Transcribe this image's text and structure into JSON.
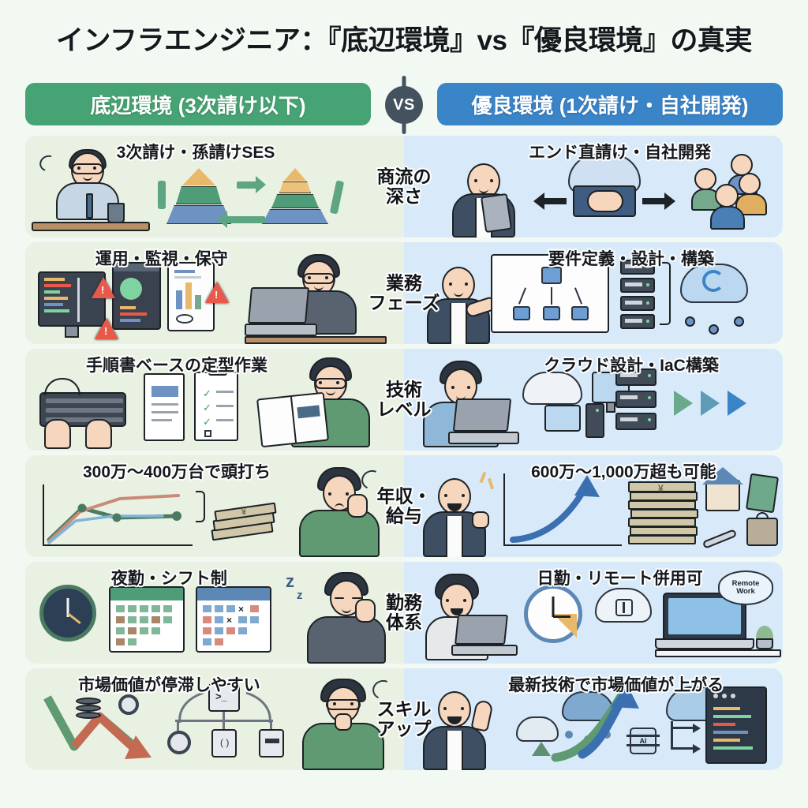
{
  "title": "インフラエンジニア：『底辺環境』vs『優良環境』の真実",
  "headers": {
    "left_label": "底辺環境 (3次請け以下)",
    "right_label": "優良環境 (1次請け・自社開発)",
    "vs_label": "VS",
    "left_color": "#46a373",
    "right_color": "#3a84c8",
    "vs_color": "#44515e"
  },
  "colors": {
    "page_background": "#f2f8f2",
    "left_panel": "#e9f1e2",
    "right_panel": "#d8eafa",
    "caption_text": "#15181c",
    "accent_green": "#46a373",
    "accent_blue": "#3a84c8",
    "warning_red": "#e8594a"
  },
  "rows": [
    {
      "center_label": "商流の\n深さ",
      "left_caption": "3次請け・孫請けSES",
      "right_caption": "エンド直請け・自社開発"
    },
    {
      "center_label": "業務\nフェーズ",
      "left_caption": "運用・監視・保守",
      "right_caption": "要件定義・設計・構築"
    },
    {
      "center_label": "技術\nレベル",
      "left_caption": "手順書ベースの定型作業",
      "right_caption": "クラウド設計・IaC構築"
    },
    {
      "center_label": "年収・\n給与",
      "left_caption": "300万〜400万台で頭打ち",
      "right_caption": "600万〜1,000万超も可能"
    },
    {
      "center_label": "勤務\n体系",
      "left_caption": "夜勤・シフト制",
      "right_caption": "日勤・リモート併用可"
    },
    {
      "center_label": "スキル\nアップ",
      "left_caption": "市場価値が停滞しやすい",
      "right_caption": "最新技術で市場価値が上がる"
    }
  ],
  "badges": {
    "remote_work_line1": "Remote",
    "remote_work_line2": "Work",
    "ai_chip": "AI",
    "sleep": "z",
    "sleep_small": "z"
  }
}
